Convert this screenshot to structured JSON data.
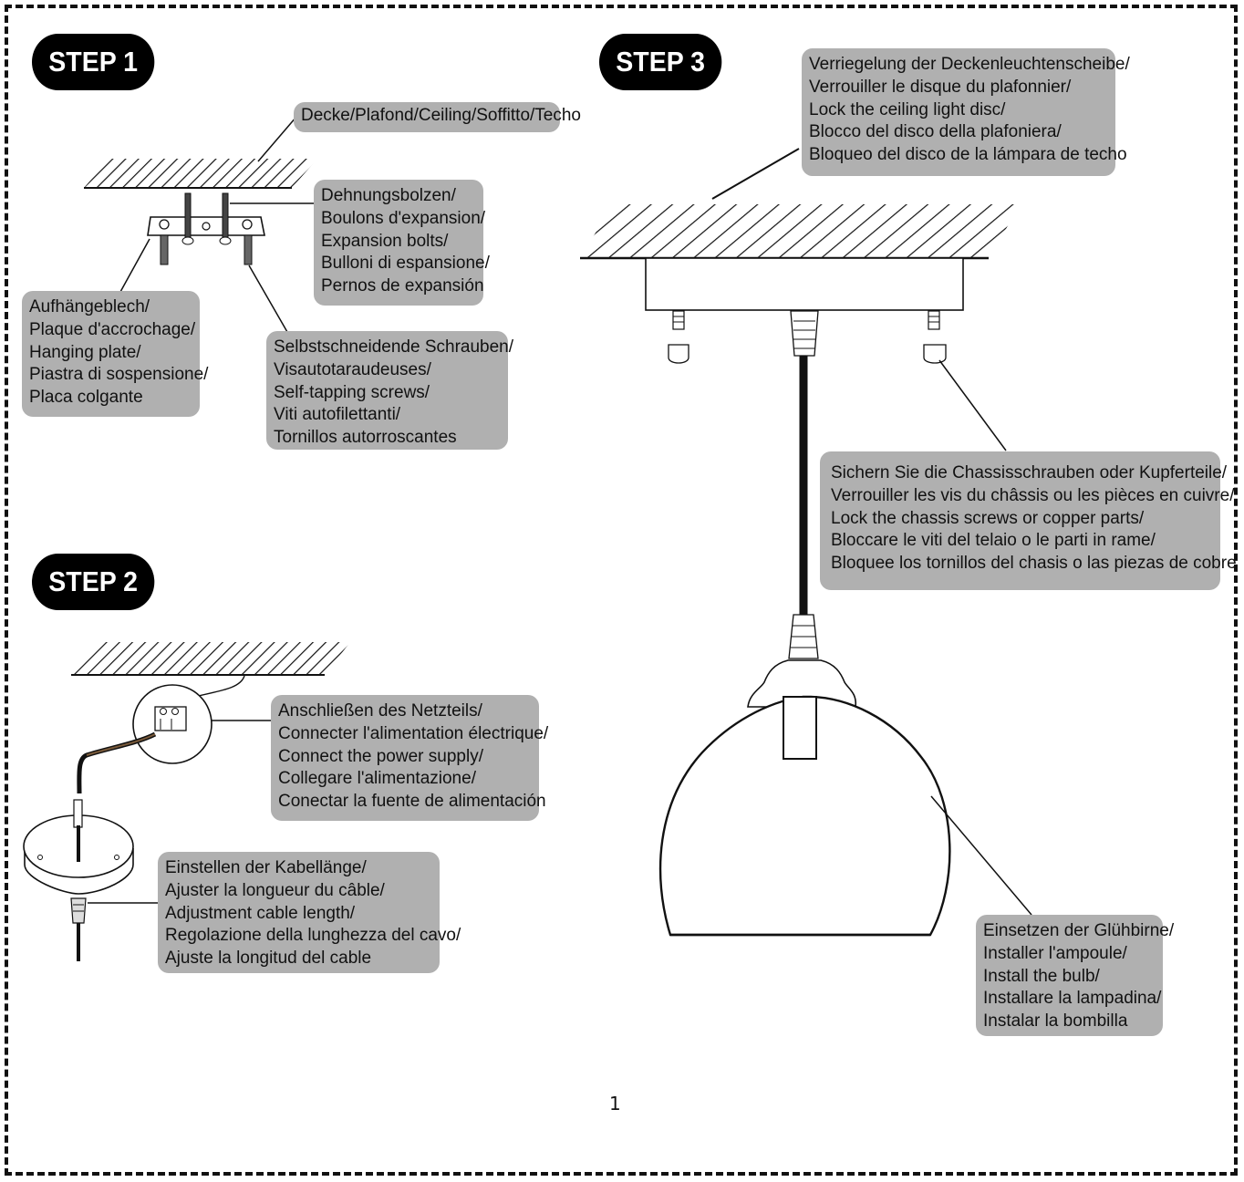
{
  "steps": {
    "step1": {
      "title": "STEP 1"
    },
    "step2": {
      "title": "STEP 2"
    },
    "step3": {
      "title": "STEP 3"
    }
  },
  "labels": {
    "ceiling": [
      "Decke/Plafond/Ceiling/Soffitto/Techo"
    ],
    "expansion_bolts": [
      "Dehnungsbolzen/",
      "Boulons d'expansion/",
      "Expansion bolts/",
      "Bulloni di espansione/",
      "Pernos de expansión"
    ],
    "hanging_plate": [
      "Aufhängeblech/",
      "Plaque d'accrochage/",
      "Hanging plate/",
      "Piastra di sospensione/",
      "Placa colgante"
    ],
    "self_tapping_screws": [
      "Selbstschneidende Schrauben/",
      "Visautotaraudeuses/",
      "Self-tapping screws/",
      "Viti autofilettanti/",
      "Tornillos autorroscantes"
    ],
    "connect_power": [
      "Anschließen des Netzteils/",
      "Connecter l'alimentation électrique/",
      "Connect the power supply/",
      "Collegare l'alimentazione/",
      "Conectar la fuente de alimentación"
    ],
    "cable_length": [
      "Einstellen der Kabellänge/",
      "Ajuster la longueur du câble/",
      "Adjustment cable length/",
      "Regolazione della lunghezza del cavo/",
      "Ajuste la longitud del cable"
    ],
    "lock_disc": [
      "Verriegelung der Deckenleuchtenscheibe/",
      "Verrouiller le disque du plafonnier/",
      "Lock the ceiling light disc/",
      "Blocco del disco della plafoniera/",
      "Bloqueo del disco de la lámpara de techo"
    ],
    "lock_chassis": [
      "Sichern Sie die Chassisschrauben oder Kupferteile/",
      "Verrouiller les vis du châssis ou les pièces en cuivre/",
      "Lock the chassis screws or copper parts/",
      "Bloccare le viti del telaio o le parti in rame/",
      "Bloquee los tornillos del chasis o las piezas de cobre"
    ],
    "install_bulb": [
      "Einsetzen der Glühbirne/",
      "Installer l'ampoule/",
      "Install the bulb/",
      "Installare la lampadina/",
      "Instalar la bombilla"
    ]
  },
  "page_number": "1",
  "colors": {
    "label_bg": "#b0b0b0",
    "badge_bg": "#000000",
    "badge_text": "#ffffff",
    "line": "#111111"
  }
}
